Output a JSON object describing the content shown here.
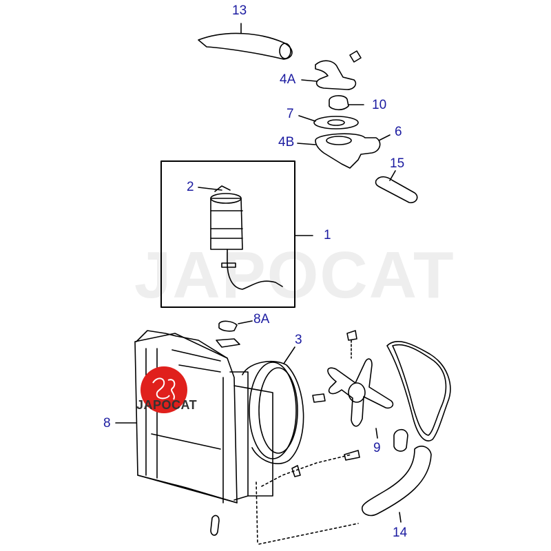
{
  "diagram": {
    "callouts": {
      "c13": "13",
      "c4A": "4A",
      "c7": "7",
      "c10": "10",
      "c4B": "4B",
      "c6": "6",
      "c15": "15",
      "c2": "2",
      "c1": "1",
      "c8A": "8A",
      "c3": "3",
      "c8": "8",
      "c9": "9",
      "c14": "14"
    },
    "watermark": "JAPOCAT",
    "logo_text": "JAPOCAT"
  },
  "colors": {
    "line": "#000000",
    "callout_text": "#1a1aa0",
    "logo_red": "#e0201c",
    "watermark": "#ebebeb"
  }
}
